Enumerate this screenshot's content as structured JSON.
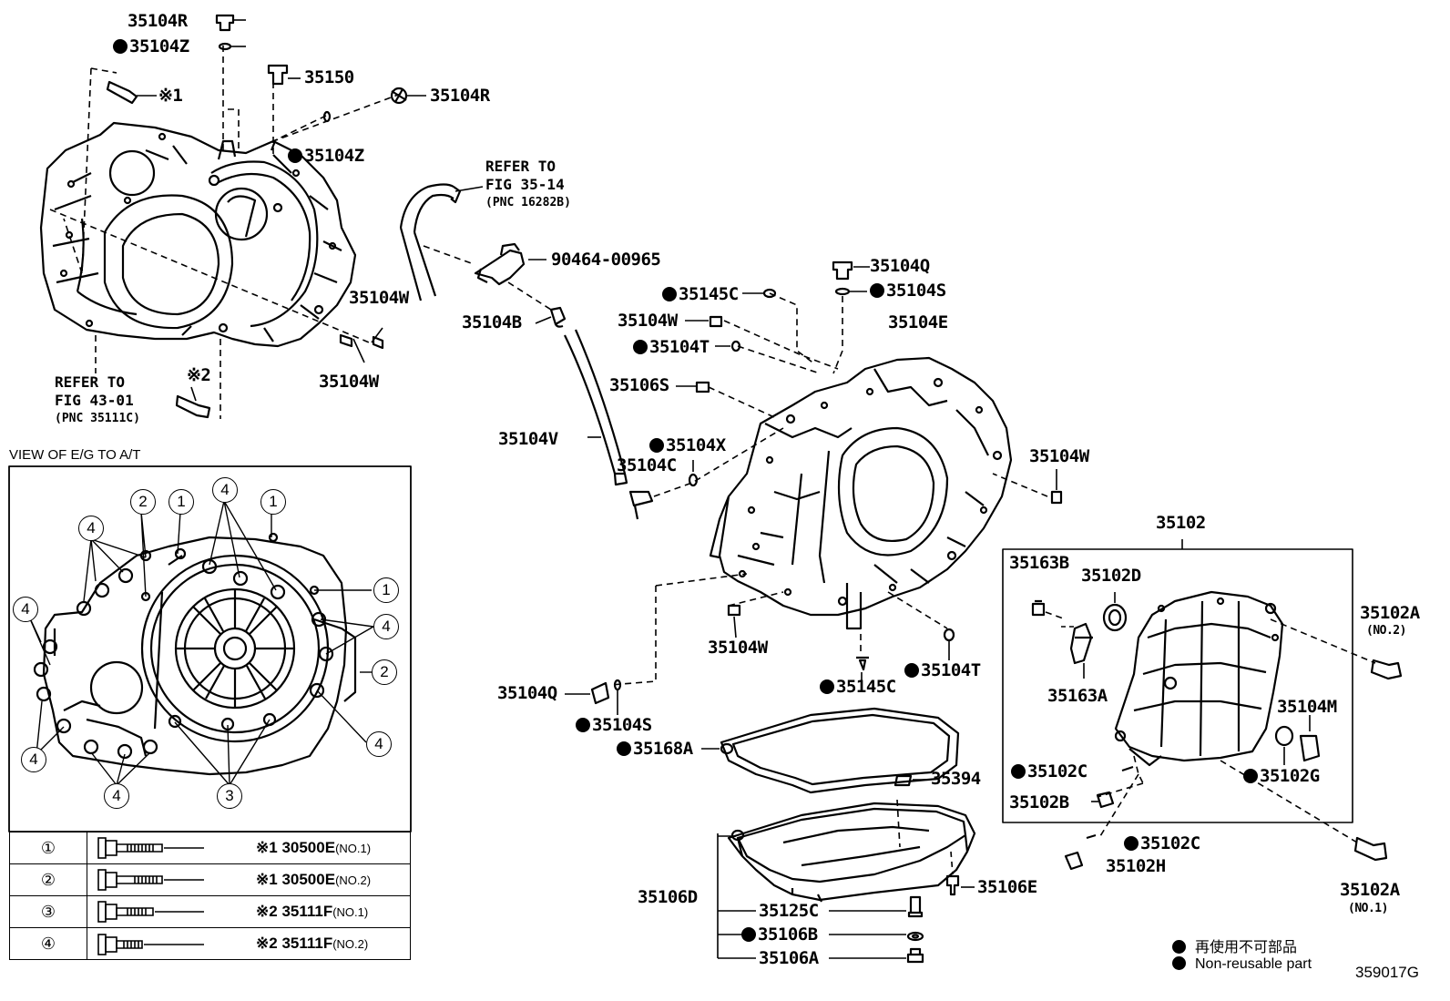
{
  "labels": {
    "a35104R_top": "35104R",
    "a35104Z_top": "35104Z",
    "a35150": "35150",
    "a35104R_mid": "35104R",
    "a35104Z_mid": "35104Z",
    "mark1_top": "※1",
    "a35104W_left1": "35104W",
    "a35104W_left2": "35104W",
    "mark2": "※2",
    "a90464": "90464-00965",
    "a35104B": "35104B",
    "a35104Q_top": "35104Q",
    "a35104S_top": "35104S",
    "a35145C_top": "35145C",
    "a35104W_c1": "35104W",
    "a35104E": "35104E",
    "a35104T_top": "35104T",
    "a35106S": "35106S",
    "a35104V": "35104V",
    "a35104X": "35104X",
    "a35104C": "35104C",
    "a35104W_right": "35104W",
    "a35102": "35102",
    "a35104W_c2": "35104W",
    "a35104Q_bot": "35104Q",
    "a35145C_bot": "35145C",
    "a35104T_bot": "35104T",
    "a35104S_bot": "35104S",
    "a35168A": "35168A",
    "a35394": "35394",
    "a35106E": "35106E",
    "a35106D": "35106D",
    "a35125C": "35125C",
    "a35106B": "35106B",
    "a35106A": "35106A",
    "a35163B": "35163B",
    "a35102D": "35102D",
    "a35163A": "35163A",
    "a35104M": "35104M",
    "a35102G": "35102G",
    "a35102C_1": "35102C",
    "a35102B": "35102B",
    "a35102C_2": "35102C",
    "a35102H": "35102H",
    "a35102A_top": "35102A",
    "a35102A_top_no": "(NO.2)",
    "a35102A_bot": "35102A",
    "a35102A_bot_no": "(NO.1)"
  },
  "refs": {
    "ref1_line1": "REFER TO",
    "ref1_line2": "FIG 35-14",
    "ref1_pnc": "(PNC 16282B)",
    "ref2_line1": "REFER TO",
    "ref2_line2": "FIG 43-01",
    "ref2_pnc": "(PNC 35111C)"
  },
  "view": {
    "title": "VIEW OF E/G TO A/T",
    "circle_labels": [
      "1",
      "2",
      "3",
      "4"
    ]
  },
  "legend_rows": [
    {
      "num": "①",
      "mark": "※1",
      "part": "30500E",
      "spec": "(NO.1)"
    },
    {
      "num": "②",
      "mark": "※1",
      "part": "30500E",
      "spec": "(NO.2)"
    },
    {
      "num": "③",
      "mark": "※2",
      "part": "35111F",
      "spec": "(NO.1)"
    },
    {
      "num": "④",
      "mark": "※2",
      "part": "35111F",
      "spec": "(NO.2)"
    }
  ],
  "footer": {
    "jp": "再使用不可部品",
    "en": "Non-reusable part",
    "code": "359017G"
  }
}
